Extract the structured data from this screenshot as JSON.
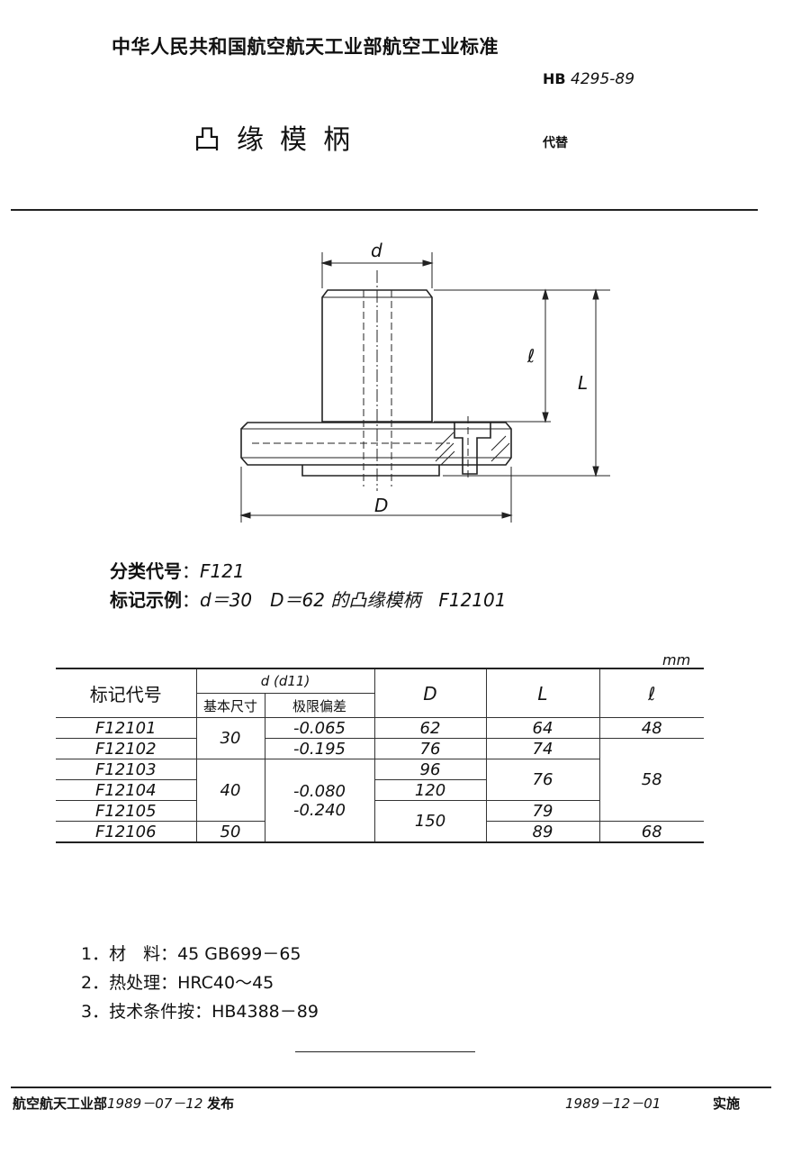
{
  "header": {
    "organization": "中华人民共和国航空航天工业部航空工业标准",
    "standard_prefix": "HB",
    "standard_number": "4295-89",
    "title": "凸缘模柄",
    "replaces_label": "代替"
  },
  "drawing": {
    "labels": {
      "d": "d",
      "l": "ℓ",
      "L": "L",
      "D": "D"
    }
  },
  "classification": {
    "label": "分类代号",
    "value": "F121"
  },
  "marking_example": {
    "label": "标记示例",
    "text": "d＝30　D＝62 的凸缘模柄　F12101"
  },
  "table": {
    "unit": "mm",
    "headers": {
      "code": "标记代号",
      "d_group": "d (d11)",
      "d_basic": "基本尺寸",
      "d_dev": "极限偏差",
      "D": "D",
      "L": "L",
      "l": "ℓ"
    },
    "codes": [
      "F12101",
      "F12102",
      "F12103",
      "F12104",
      "F12105",
      "F12106"
    ],
    "d_values": [
      "30",
      "40",
      "50"
    ],
    "deviations": [
      {
        "upper": "-0.065",
        "lower": "-0.195"
      },
      {
        "upper": "-0.080",
        "lower": "-0.240"
      }
    ],
    "D_values": [
      "62",
      "76",
      "96",
      "120",
      "150"
    ],
    "L_values": [
      "64",
      "74",
      "76",
      "79",
      "89"
    ],
    "l_values": [
      "48",
      "58",
      "68"
    ]
  },
  "notes": [
    "1．材　料：45  GB699－65",
    "2．热处理：HRC40～45",
    "3．技术条件按：HB4388－89"
  ],
  "footer": {
    "issuer": "航空航天工业部",
    "issue_date": "1989－07－12",
    "issued_label": "发布",
    "effective_date": "1989－12－01",
    "effective_label": "实施"
  }
}
